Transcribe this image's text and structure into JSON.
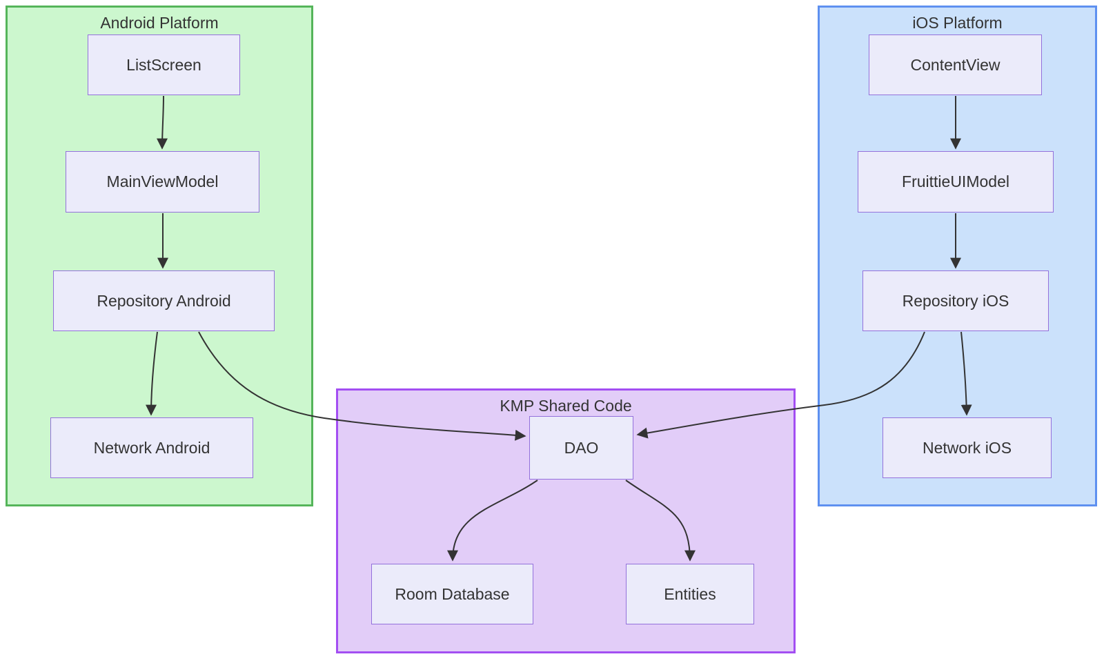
{
  "diagram": {
    "type": "flowchart",
    "text_color": "#333333",
    "edge_color": "#333333",
    "node_style": {
      "fill": "#ebebfa",
      "border": "#9370DB"
    },
    "groups": [
      {
        "label": "Android Platform",
        "fill": "#ccf7ce",
        "border": "#55b55a"
      },
      {
        "label": "iOS Platform",
        "fill": "#cbe1fb",
        "border": "#5e90f0"
      },
      {
        "label": "KMP Shared Code",
        "fill": "#e2cdf8",
        "border": "#a34ef2"
      }
    ],
    "nodes": [
      {
        "label": "ListScreen",
        "group": "Android Platform"
      },
      {
        "label": "MainViewModel",
        "group": "Android Platform"
      },
      {
        "label": "Repository Android",
        "group": "Android Platform"
      },
      {
        "label": "Network Android",
        "group": "Android Platform"
      },
      {
        "label": "ContentView",
        "group": "iOS Platform"
      },
      {
        "label": "FruittieUIModel",
        "group": "iOS Platform"
      },
      {
        "label": "Repository iOS",
        "group": "iOS Platform"
      },
      {
        "label": "Network iOS",
        "group": "iOS Platform"
      },
      {
        "label": "DAO",
        "group": "KMP Shared Code"
      },
      {
        "label": "Room Database",
        "group": "KMP Shared Code"
      },
      {
        "label": "Entities",
        "group": "KMP Shared Code"
      }
    ],
    "edges": [
      {
        "from": "ListScreen",
        "to": "MainViewModel"
      },
      {
        "from": "MainViewModel",
        "to": "Repository Android"
      },
      {
        "from": "Repository Android",
        "to": "Network Android"
      },
      {
        "from": "Repository Android",
        "to": "DAO"
      },
      {
        "from": "ContentView",
        "to": "FruittieUIModel"
      },
      {
        "from": "FruittieUIModel",
        "to": "Repository iOS"
      },
      {
        "from": "Repository iOS",
        "to": "Network iOS"
      },
      {
        "from": "Repository iOS",
        "to": "DAO"
      },
      {
        "from": "DAO",
        "to": "Room Database"
      },
      {
        "from": "DAO",
        "to": "Entities"
      }
    ]
  }
}
